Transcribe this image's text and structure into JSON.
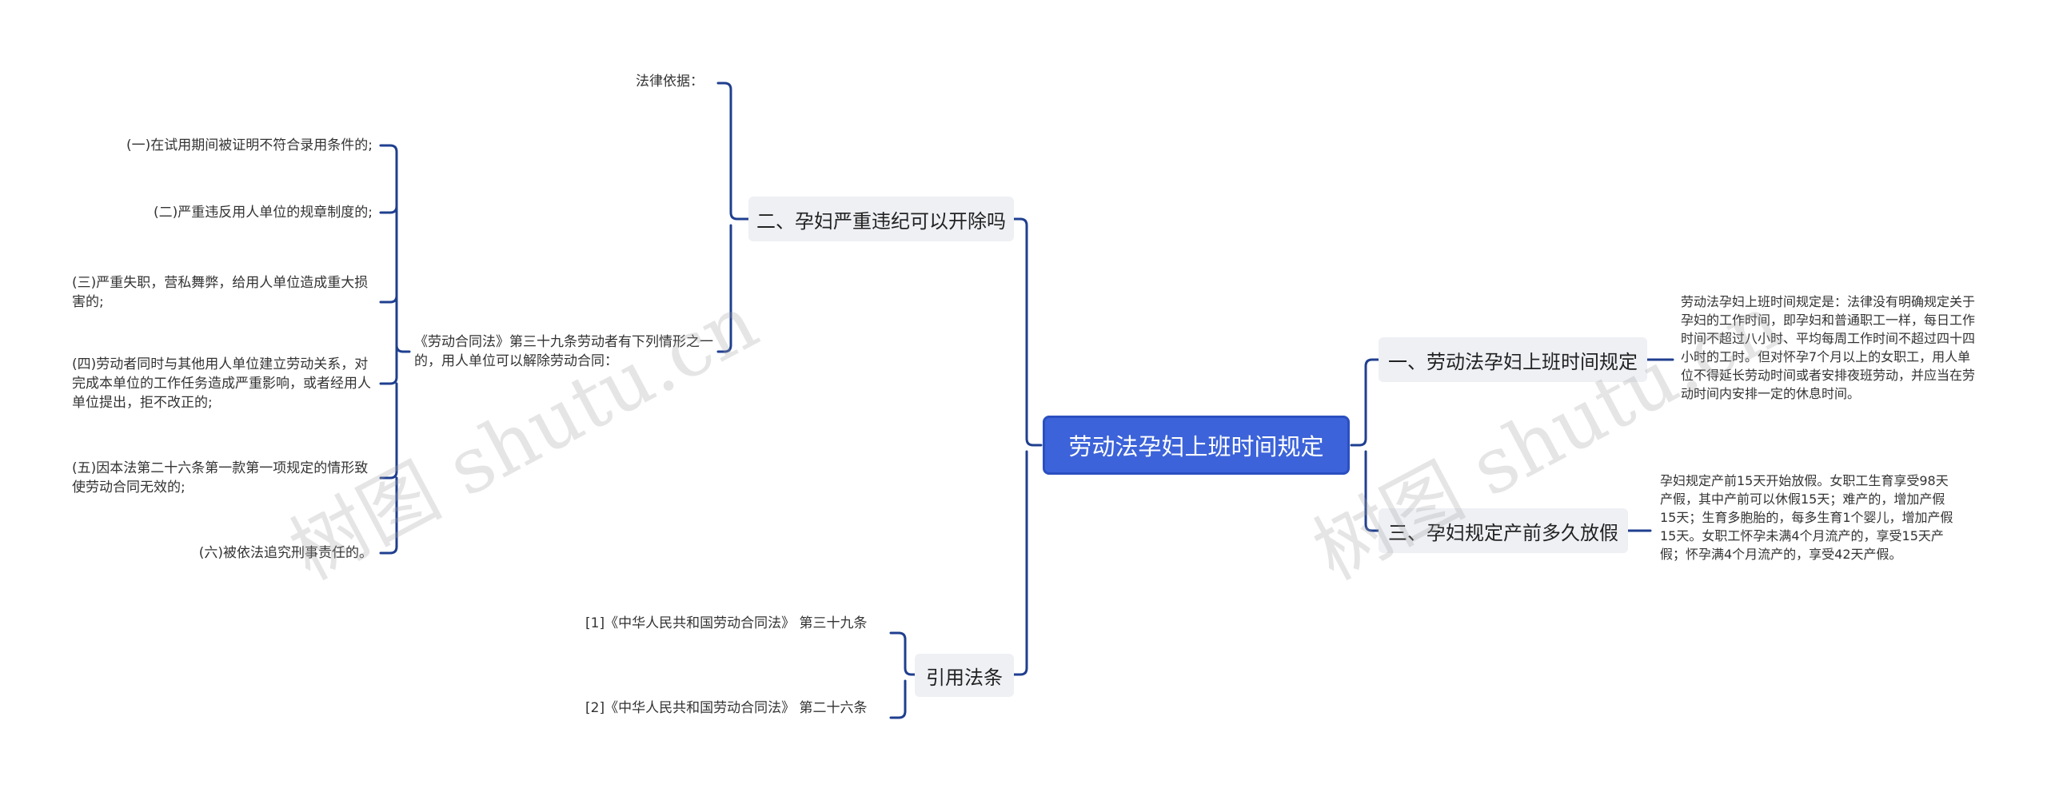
{
  "root": {
    "title": "劳动法孕妇上班时间规定"
  },
  "branches": {
    "b1": {
      "title": "一、劳动法孕妇上班时间规定",
      "text": "劳动法孕妇上班时间规定是：法律没有明确规定关于孕妇的工作时间，即孕妇和普通职工一样，每日工作时间不超过八小时、平均每周工作时间不超过四十四小时的工时。但对怀孕7个月以上的女职工，用人单位不得延长劳动时间或者安排夜班劳动，并应当在劳动时间内安排一定的休息时间。"
    },
    "b2": {
      "title": "二、孕妇严重违纪可以开除吗",
      "legal_basis": "法律依据：",
      "law_intro": "《劳动合同法》第三十九条劳动者有下列情形之一的，用人单位可以解除劳动合同：",
      "items": [
        "(一)在试用期间被证明不符合录用条件的;",
        "(二)严重违反用人单位的规章制度的;",
        "(三)严重失职，营私舞弊，给用人单位造成重大损害的;",
        "(四)劳动者同时与其他用人单位建立劳动关系，对完成本单位的工作任务造成严重影响，或者经用人单位提出，拒不改正的;",
        "(五)因本法第二十六条第一款第一项规定的情形致使劳动合同无效的;",
        "(六)被依法追究刑事责任的。"
      ]
    },
    "b3": {
      "title": "三、孕妇规定产前多久放假",
      "text": "孕妇规定产前15天开始放假。女职工生育享受98天产假，其中产前可以休假15天；难产的，增加产假15天；生育多胞胎的，每多生育1个婴儿，增加产假15天。女职工怀孕未满4个月流产的，享受15天产假；怀孕满4个月流产的，享受42天产假。"
    },
    "b4": {
      "title": "引用法条",
      "refs": [
        "[1]《中华人民共和国劳动合同法》 第三十九条",
        "[2]《中华人民共和国劳动合同法》 第二十六条"
      ]
    }
  },
  "watermark": "树图 shutu.cn",
  "colors": {
    "root_bg": "#3c63d9",
    "connector": "#1f3f8f",
    "topic_bg": "#eef0f4"
  }
}
